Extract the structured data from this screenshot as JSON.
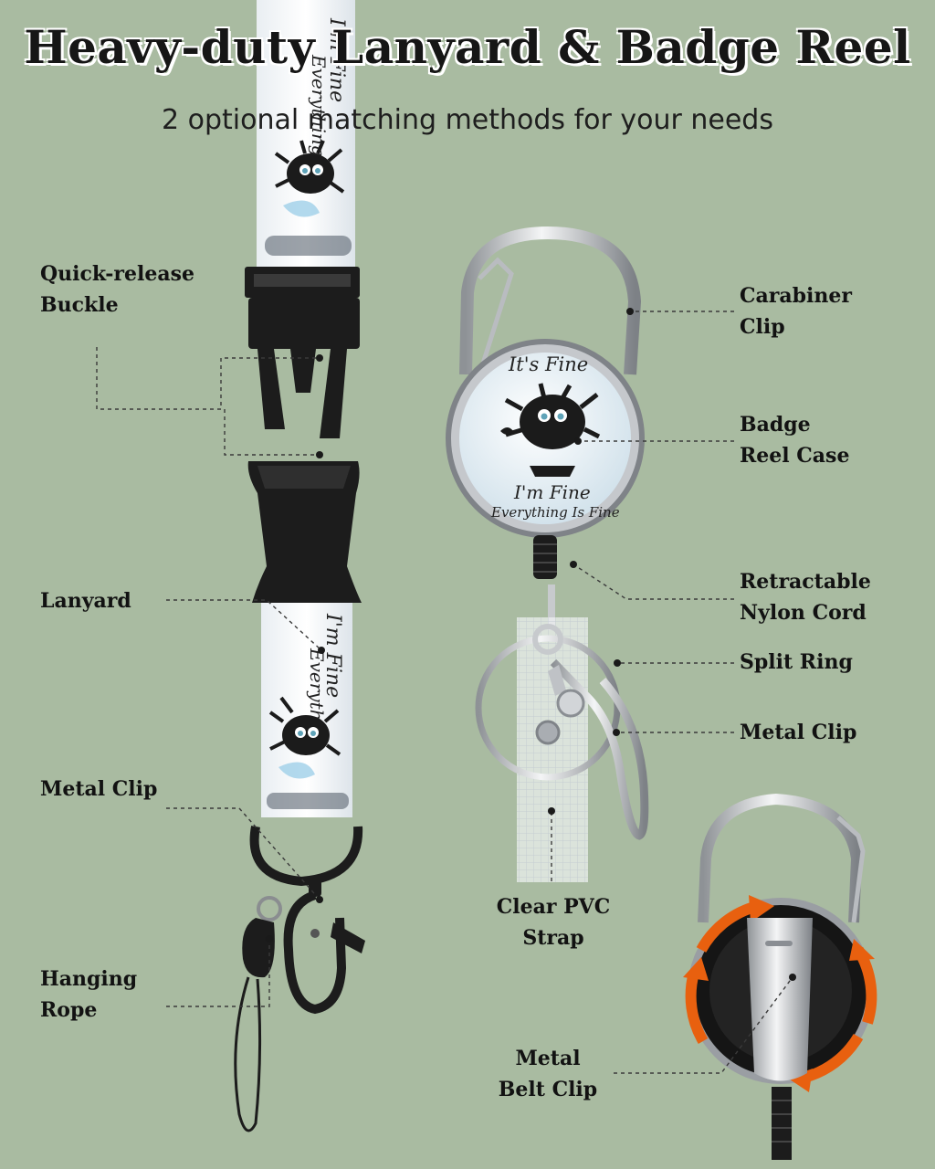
{
  "header": {
    "title": "Heavy-duty Lanyard & Badge Reel",
    "subtitle": "2 optional matching methods for your needs"
  },
  "lanyard": {
    "print_text_line1": "I'm Fine",
    "print_text_line2": "Everything"
  },
  "badge_reel": {
    "print_top": "It's Fine",
    "print_line1": "I'm Fine",
    "print_line2": "Everything Is Fine"
  },
  "labels": {
    "quick_release_buckle": [
      "Quick-release",
      "Buckle"
    ],
    "lanyard": [
      "Lanyard"
    ],
    "metal_clip_left": [
      "Metal Clip"
    ],
    "hanging_rope": [
      "Hanging",
      "Rope"
    ],
    "carabiner_clip": [
      "Carabiner",
      "Clip"
    ],
    "badge_reel_case": [
      "Badge",
      "Reel Case"
    ],
    "retractable_nylon_cord": [
      "Retractable",
      "Nylon Cord"
    ],
    "split_ring": [
      "Split Ring"
    ],
    "metal_clip_right": [
      "Metal Clip"
    ],
    "clear_pvc_strap": [
      "Clear PVC",
      "Strap"
    ],
    "metal_belt_clip": [
      "Metal",
      "Belt Clip"
    ]
  },
  "colors": {
    "background": "#a9bba1",
    "plastic_black": "#1c1c1c",
    "rotation_arrow": "#e8600f",
    "metal": "#c9ccd0"
  }
}
